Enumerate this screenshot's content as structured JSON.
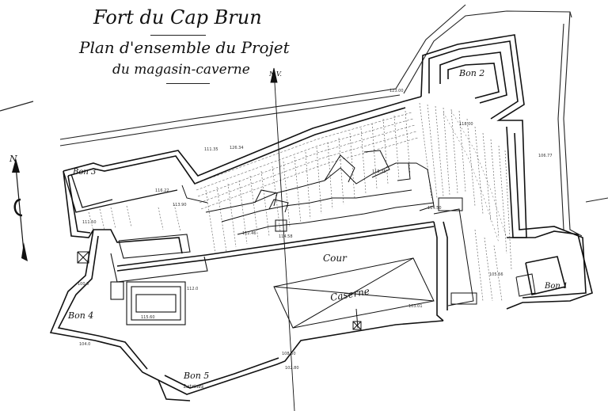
{
  "title": {
    "line1": "Fort du Cap Brun",
    "line2": "Plan d'ensemble du Projet",
    "line3": "du magasin-caverne"
  },
  "labels": {
    "cour": "Cour",
    "caserne": "Caserne",
    "bastion_1": "Bon 1",
    "bastion_2": "Bon 2",
    "bastion_3": "Bon 3",
    "bastion_4": "Bon 4",
    "bastion_5": "Bon 5",
    "latrines": "Latrines",
    "north_letter": "N",
    "north_axis": "N.V."
  },
  "elevations": [
    "112.46",
    "114.58",
    "113.90",
    "118.35",
    "111.50",
    "123.00",
    "116.22",
    "111.35",
    "118.00",
    "126.34",
    "100.0",
    "115.60",
    "103.01",
    "104.0",
    "106.77",
    "105.56",
    "108.50",
    "112.0",
    "114.50",
    "102.80"
  ]
}
